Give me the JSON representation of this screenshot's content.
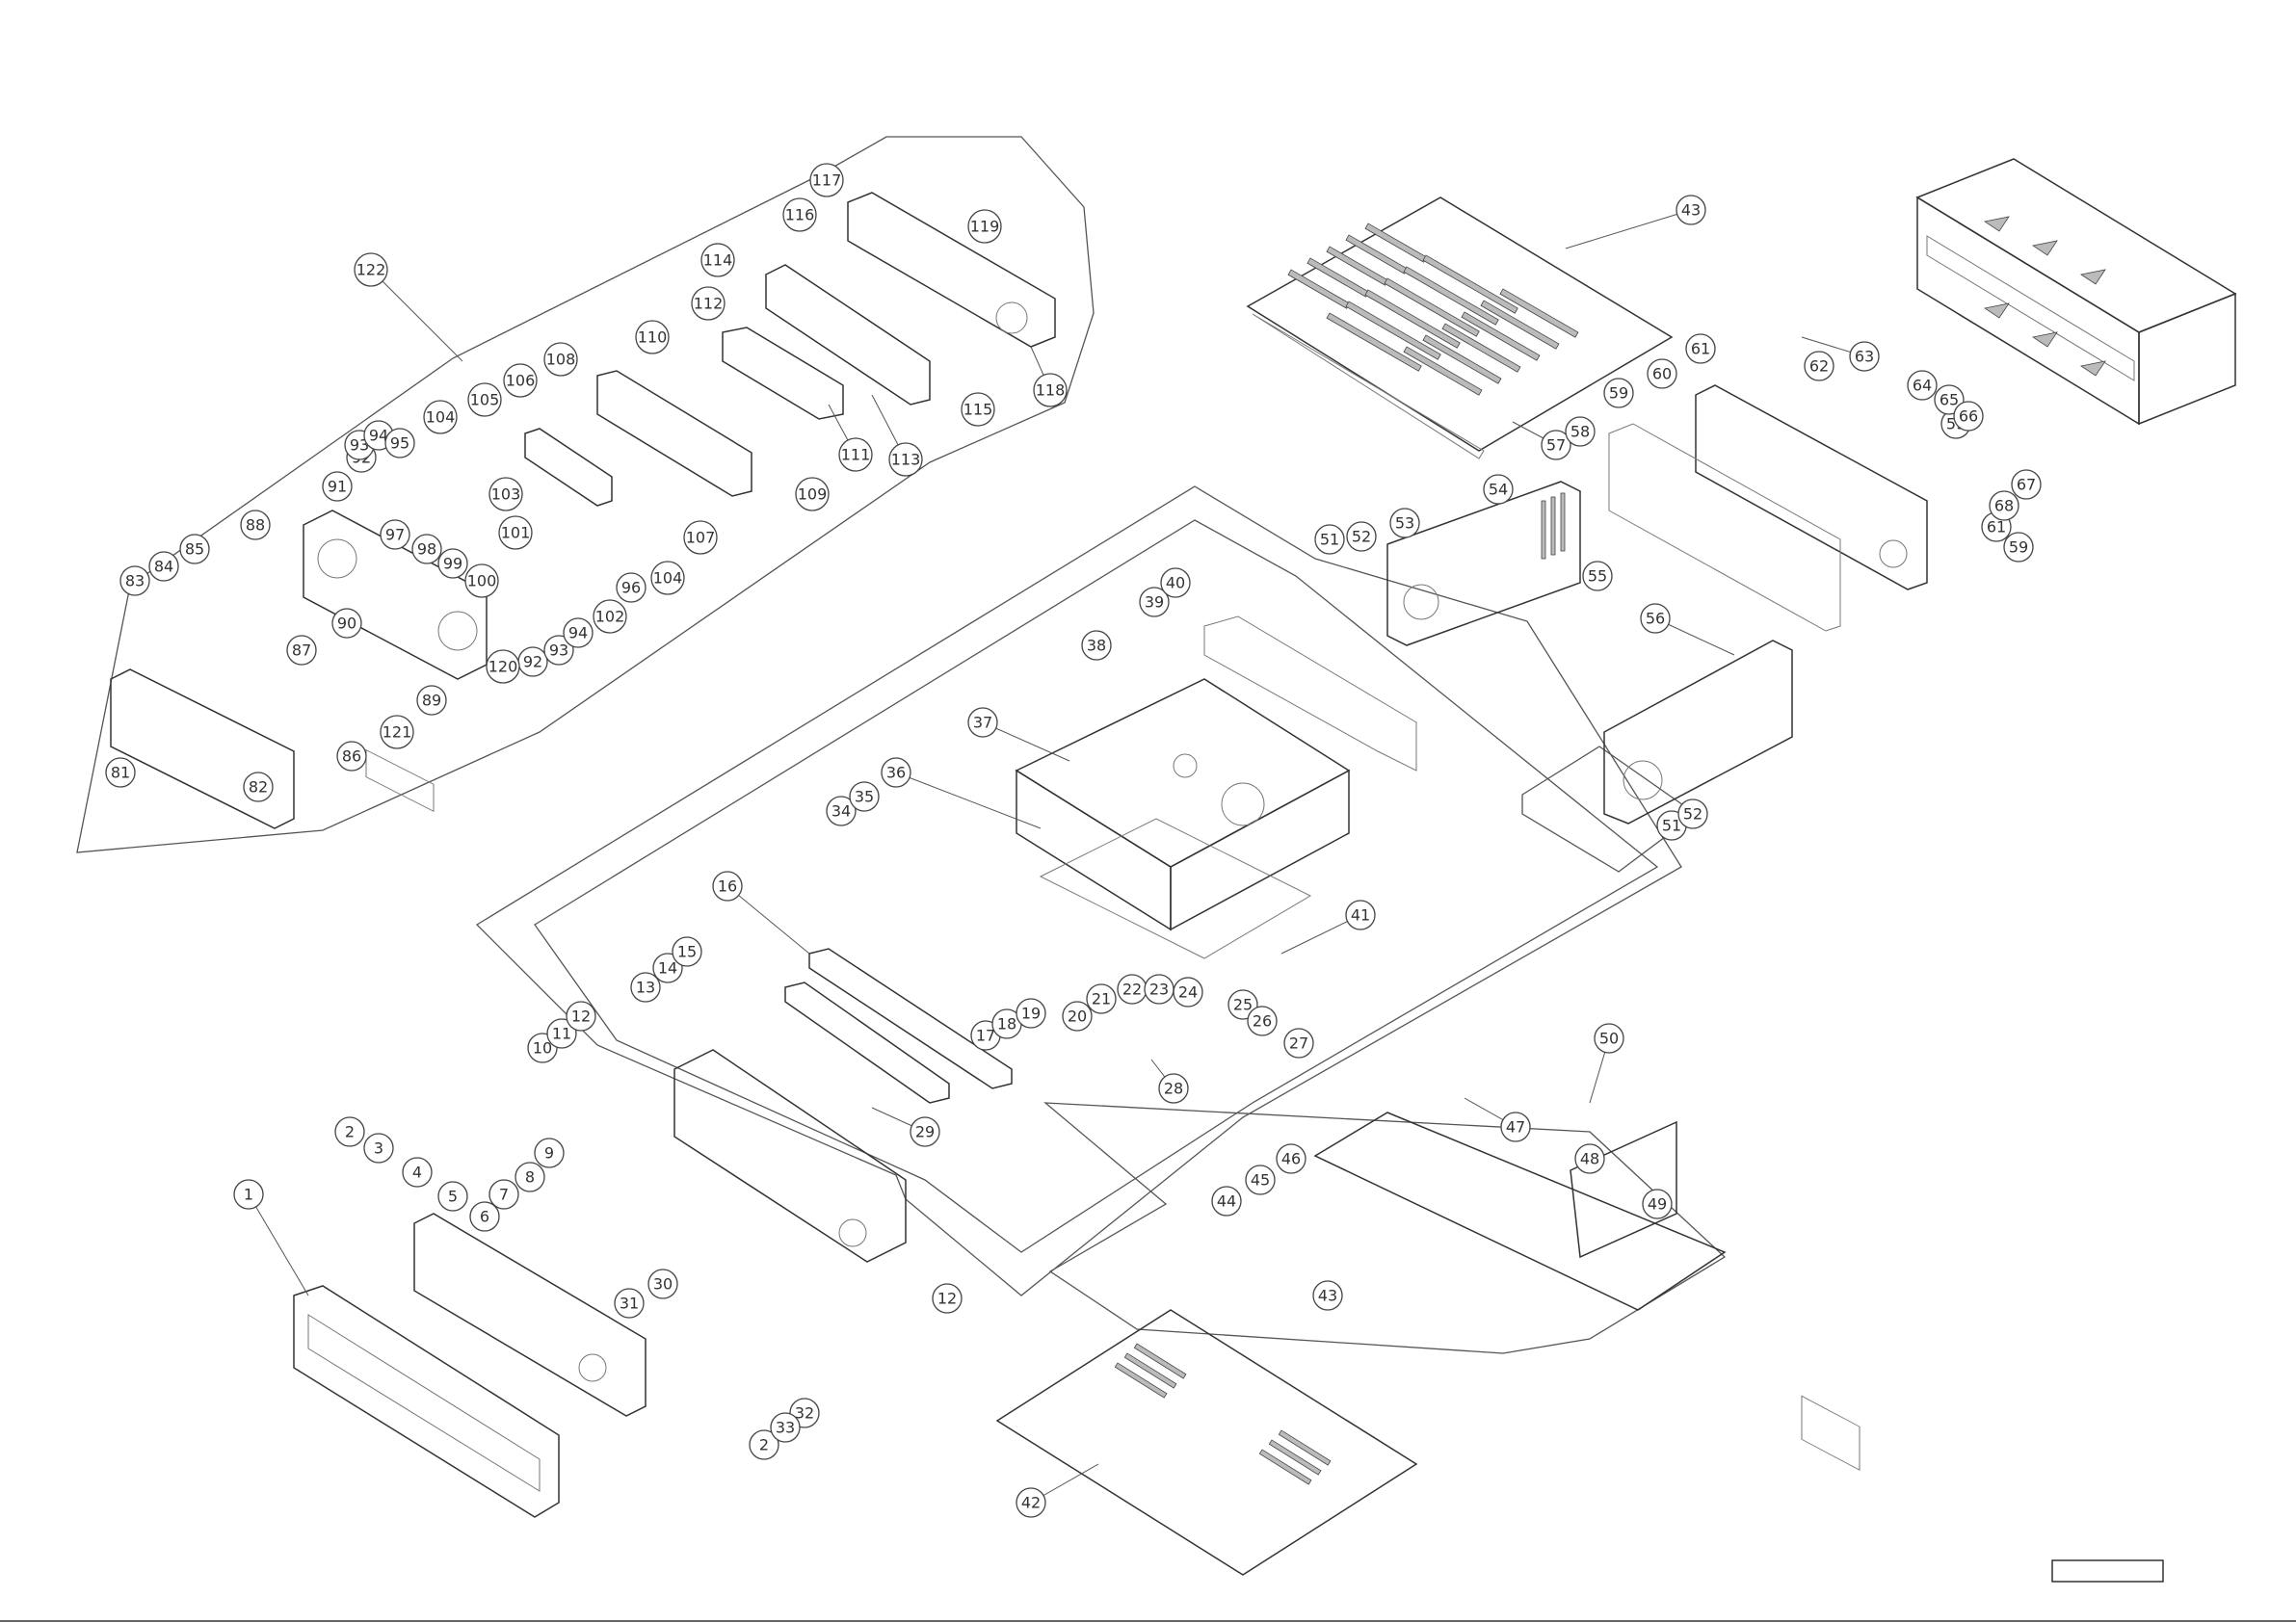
{
  "diagram": {
    "title_box_text": "",
    "callouts": [
      "1",
      "2",
      "3",
      "4",
      "5",
      "6",
      "7",
      "8",
      "9",
      "10",
      "11",
      "12",
      "13",
      "14",
      "15",
      "16",
      "17",
      "18",
      "19",
      "20",
      "21",
      "22",
      "23",
      "24",
      "25",
      "26",
      "27",
      "28",
      "29",
      "30",
      "31",
      "32",
      "33",
      "34",
      "35",
      "36",
      "37",
      "38",
      "39",
      "40",
      "41",
      "42",
      "43",
      "44",
      "45",
      "46",
      "47",
      "48",
      "49",
      "50",
      "51",
      "52",
      "53",
      "54",
      "55",
      "56",
      "57",
      "58",
      "59",
      "60",
      "61",
      "62",
      "63",
      "64",
      "65",
      "66",
      "67",
      "68",
      "81",
      "82",
      "83",
      "84",
      "85",
      "86",
      "87",
      "88",
      "89",
      "90",
      "91",
      "92",
      "93",
      "94",
      "95",
      "96",
      "97",
      "98",
      "99",
      "100",
      "101",
      "102",
      "103",
      "104",
      "105",
      "106",
      "107",
      "108",
      "109",
      "110",
      "111",
      "112",
      "113",
      "114",
      "115",
      "116",
      "117",
      "118",
      "119",
      "120",
      "121",
      "122"
    ]
  }
}
